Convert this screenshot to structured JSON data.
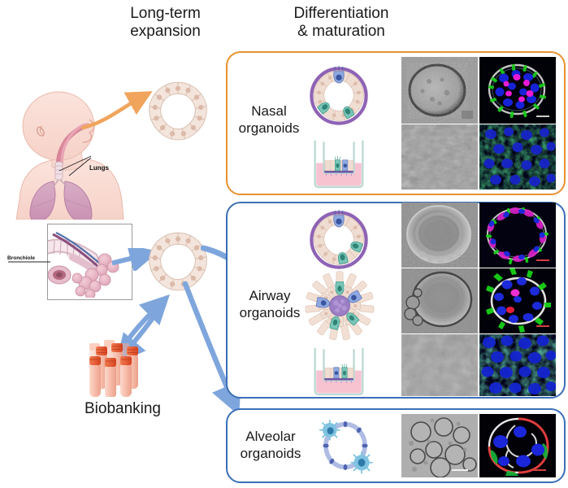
{
  "figure": {
    "type": "scientific-workflow-diagram",
    "subject": "Respiratory organoid derivation, expansion, differentiation and maturation"
  },
  "headers": {
    "expansion": {
      "line1": "Long-term",
      "line2": "expansion"
    },
    "differentiation": {
      "line1": "Differentiation",
      "line2": "& maturation"
    }
  },
  "source_illustration": {
    "infant_label": "Lungs",
    "bronchiole_label": "Bronchiole",
    "name": "infant-respiratory-anatomy"
  },
  "biobanking": {
    "label": "Biobanking",
    "vial_count": 9,
    "cap_color": "#e8562c",
    "body_color": "#f4b9a6"
  },
  "arrows": {
    "nasal_source": {
      "name": "nasal-sampling-arrow",
      "color": "#f0a45c"
    },
    "lung_source": {
      "name": "lung-sampling-arrow",
      "color": "#7ea6dc"
    },
    "to_biobank": {
      "name": "biobank-deposit-arrow",
      "color": "#7ea6dc"
    },
    "from_biobank": {
      "name": "biobank-retrieve-arrow",
      "color": "#7ea6dc"
    },
    "to_airway": {
      "name": "to-airway-organoids-arrow",
      "color": "#7ea6dc"
    },
    "to_alveolar": {
      "name": "to-alveolar-organoids-arrow",
      "color": "#7ea6dc"
    }
  },
  "expansion_organoids": [
    {
      "name": "nasal-expansion-organoid",
      "cells": 14,
      "fill": "#f3e4dc",
      "stroke": "#d8bfae"
    },
    {
      "name": "airway-expansion-organoid",
      "cells": 14,
      "fill": "#f3e4dc",
      "stroke": "#d8bfae"
    }
  ],
  "panels": [
    {
      "id": "nasal",
      "label": {
        "line1": "Nasal",
        "line2": "organoids"
      },
      "border_color": "#e8922f",
      "schematics": [
        {
          "name": "nasal-differentiated-organoid-schematic",
          "type": "ring",
          "ring_color": "#8e63b5",
          "ciliated_cells": 2,
          "goblet_cells": 1,
          "cell_fill": "#f0ddd2"
        },
        {
          "name": "nasal-ali-transwell-schematic",
          "type": "transwell",
          "insert_color": "#bcd9d4",
          "medium_color": "#f6c2cf",
          "membrane_color": "#6a4fa3"
        }
      ],
      "micrographs": [
        {
          "name": "nasal-brightfield-organoid",
          "modality": "brightfield",
          "row": 0,
          "col": 0
        },
        {
          "name": "nasal-immunofluorescence-organoid",
          "modality": "immunofluorescence",
          "row": 0,
          "col": 1,
          "channels": [
            "blue-nuclei",
            "green-cilia",
            "magenta-marker",
            "white-actin"
          ]
        },
        {
          "name": "nasal-brightfield-ali-culture",
          "modality": "brightfield",
          "row": 1,
          "col": 0
        },
        {
          "name": "nasal-immunofluorescence-ali-culture",
          "modality": "immunofluorescence",
          "row": 1,
          "col": 1,
          "channels": [
            "blue-nuclei",
            "green-tight-junction"
          ]
        }
      ]
    },
    {
      "id": "airway",
      "label": {
        "line1": "Airway",
        "line2": "organoids"
      },
      "border_color": "#3b6fb6",
      "schematics": [
        {
          "name": "airway-differentiated-organoid-schematic",
          "type": "ring",
          "ring_color": "#8e63b5",
          "ciliated_cells": 2,
          "goblet_cells": 1,
          "cell_fill": "#f0ddd2"
        },
        {
          "name": "airway-apical-out-organoid-schematic",
          "type": "rosette",
          "core_color": "#9b7ec4",
          "cell_fill": "#f0ddd2",
          "ciliated_cells": 3,
          "goblet_cells": 2
        },
        {
          "name": "airway-ali-transwell-schematic",
          "type": "transwell",
          "insert_color": "#bcd9d4",
          "medium_color": "#f6c2cf",
          "membrane_color": "#6a4fa3"
        }
      ],
      "micrographs": [
        {
          "name": "airway-brightfield-organoid",
          "modality": "brightfield",
          "row": 0,
          "col": 0
        },
        {
          "name": "airway-immunofluorescence-organoid",
          "modality": "immunofluorescence",
          "row": 0,
          "col": 1,
          "channels": [
            "blue-nuclei",
            "green-cilia",
            "magenta-marker",
            "white-actin"
          ]
        },
        {
          "name": "airway-brightfield-apical-out-organoid",
          "modality": "brightfield",
          "row": 1,
          "col": 0
        },
        {
          "name": "airway-immunofluorescence-apical-out-organoid",
          "modality": "immunofluorescence",
          "row": 1,
          "col": 1,
          "channels": [
            "blue-nuclei",
            "green-cilia",
            "magenta-marker",
            "white-actin"
          ]
        },
        {
          "name": "airway-brightfield-ali-culture",
          "modality": "brightfield",
          "row": 2,
          "col": 0
        },
        {
          "name": "airway-immunofluorescence-ali-culture",
          "modality": "immunofluorescence",
          "row": 2,
          "col": 1,
          "channels": [
            "blue-nuclei",
            "green-tight-junction"
          ]
        }
      ]
    },
    {
      "id": "alveolar",
      "label": {
        "line1": "Alveolar",
        "line2": "organoids"
      },
      "border_color": "#3b6fb6",
      "schematics": [
        {
          "name": "alveolar-organoid-schematic",
          "type": "alveolar-ring",
          "cell_color": "#aebce4",
          "at2_color": "#7fc3e0",
          "at2_cells": 2
        }
      ],
      "micrographs": [
        {
          "name": "alveolar-brightfield-organoid",
          "modality": "brightfield",
          "row": 0,
          "col": 0
        },
        {
          "name": "alveolar-immunofluorescence-organoid",
          "modality": "immunofluorescence",
          "row": 0,
          "col": 1,
          "channels": [
            "blue-nuclei",
            "green-marker",
            "red-marker",
            "white-actin"
          ]
        }
      ]
    }
  ],
  "colors": {
    "orange_accent": "#e8922f",
    "blue_accent": "#3b6fb6",
    "arrow_blue": "#7ea6dc",
    "arrow_orange": "#f0a45c",
    "purple_ring": "#8e63b5",
    "epithelial_fill": "#f3e4dc",
    "background": "#ffffff"
  }
}
